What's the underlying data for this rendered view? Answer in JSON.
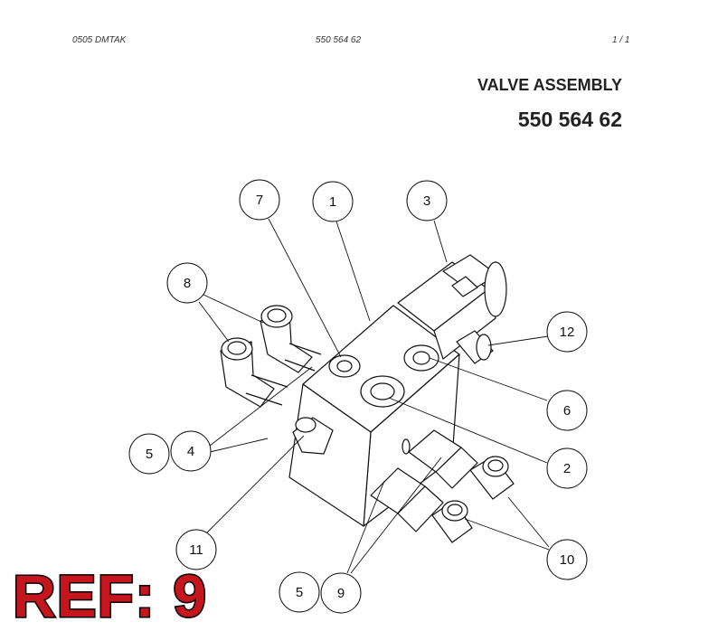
{
  "header": {
    "left": "0505 DMTAK",
    "middle": "550 564 62",
    "right": "1 /   1"
  },
  "title": "VALVE ASSEMBLY",
  "part_number": "550 564 62",
  "callouts": [
    {
      "label": "7"
    },
    {
      "label": "1"
    },
    {
      "label": "3"
    },
    {
      "label": "8"
    },
    {
      "label": "12"
    },
    {
      "label": "6"
    },
    {
      "label": "5"
    },
    {
      "label": "4"
    },
    {
      "label": "2"
    },
    {
      "label": "11"
    },
    {
      "label": "10"
    },
    {
      "label": "5"
    },
    {
      "label": "9"
    }
  ],
  "ref_stamp": "REF: 9"
}
